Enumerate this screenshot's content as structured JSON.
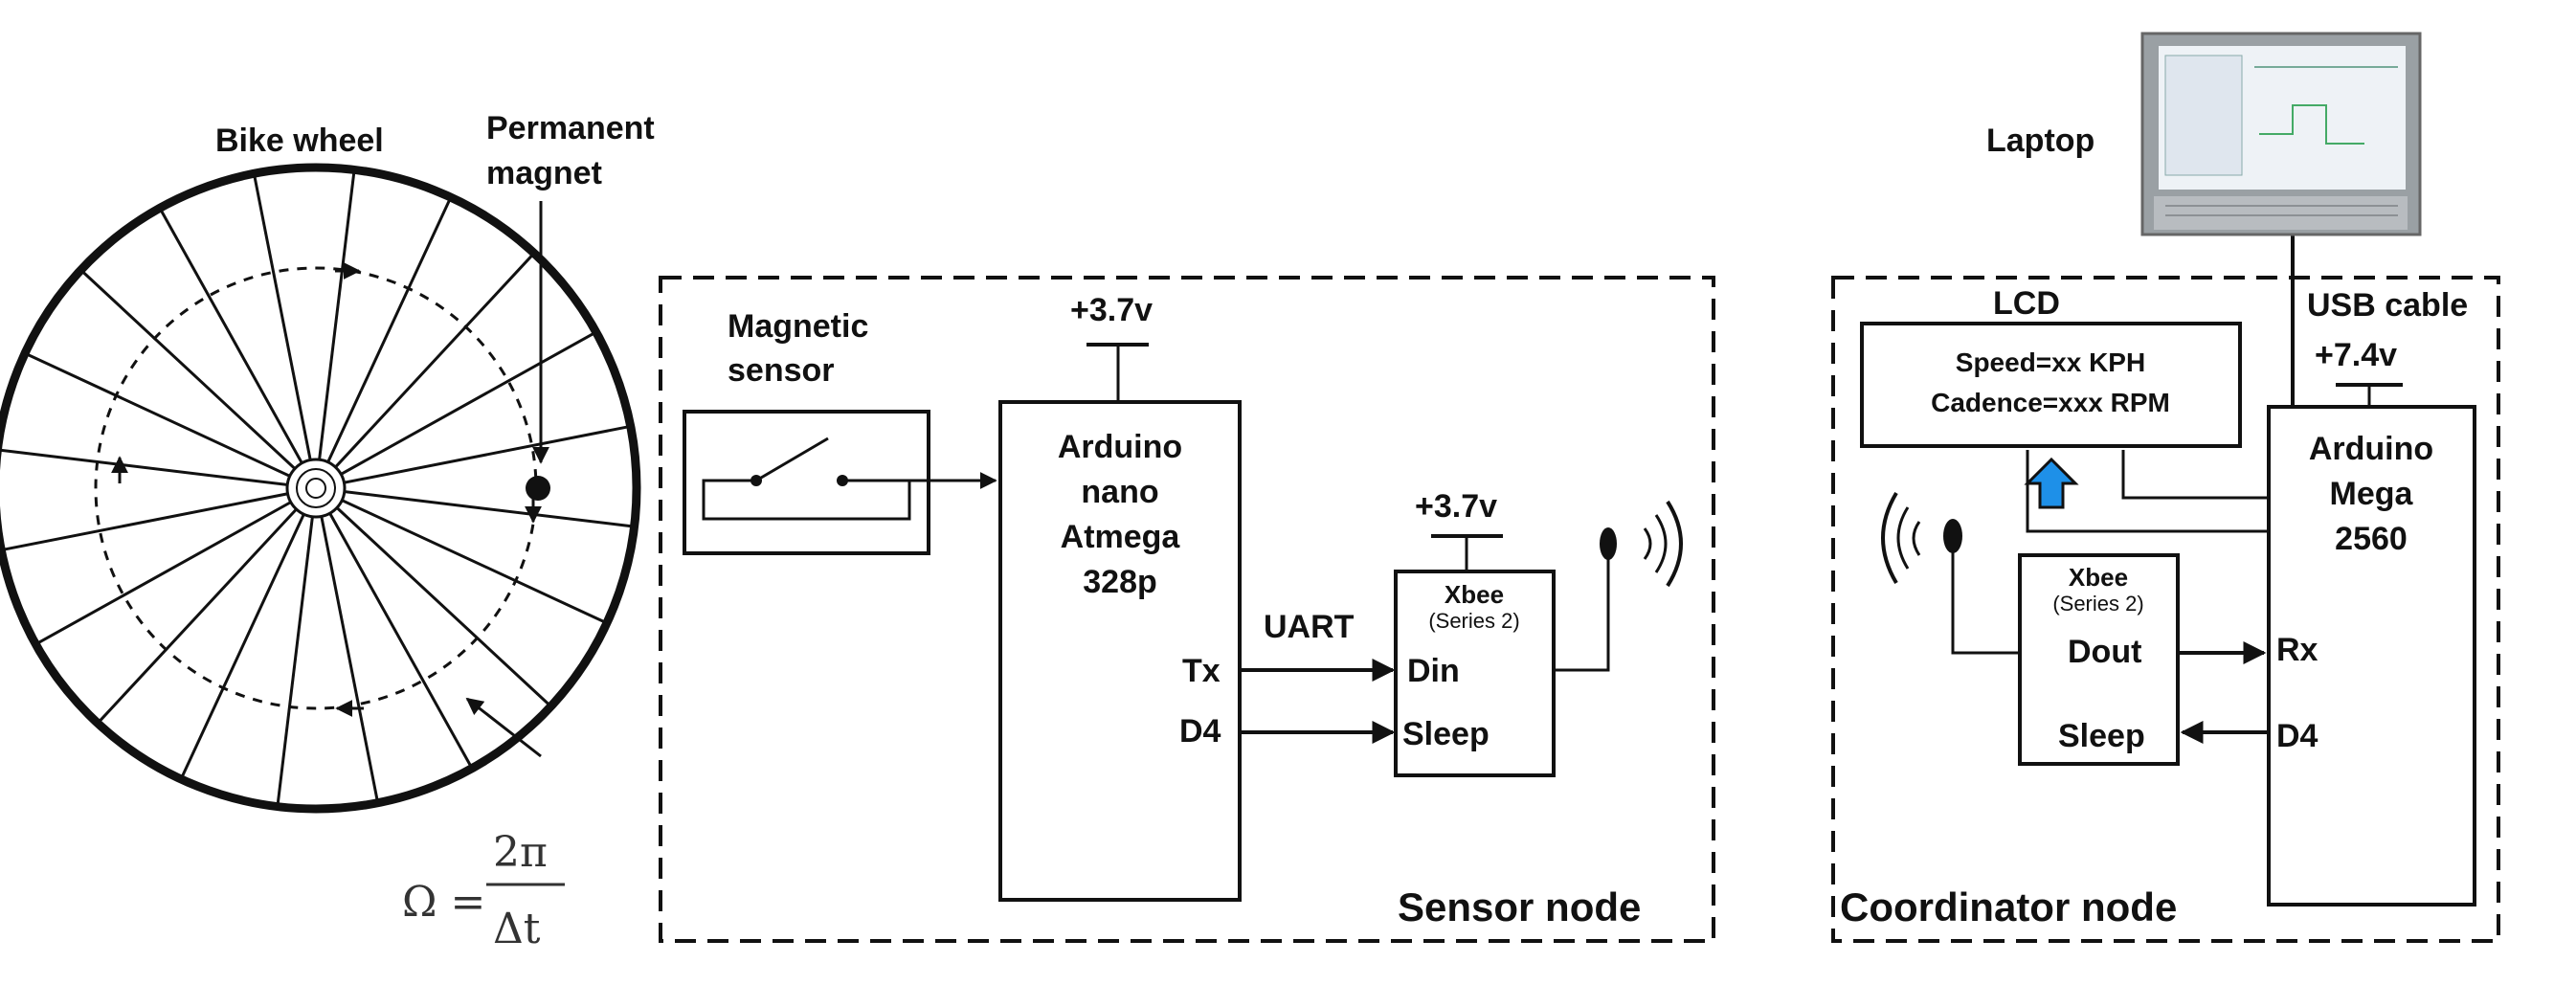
{
  "wheel": {
    "title": "Bike wheel",
    "magnet_label_line1": "Permanent",
    "magnet_label_line2": "magnet",
    "formula_lhs": "Ω =",
    "formula_num": "2π",
    "formula_den": "Δt"
  },
  "sensor_node": {
    "title": "Sensor node",
    "magnetic_sensor_line1": "Magnetic",
    "magnetic_sensor_line2": "sensor",
    "arduino_supply": "+3.7v",
    "arduino_lines": [
      "Arduino",
      "nano",
      "Atmega",
      "328p"
    ],
    "xbee_supply": "+3.7v",
    "xbee_title": "Xbee",
    "xbee_subtitle": "(Series 2)",
    "uart_label": "UART",
    "pins": {
      "tx": "Tx",
      "d4": "D4",
      "din": "Din",
      "sleep": "Sleep"
    }
  },
  "coordinator_node": {
    "title": "Coordinator node",
    "lcd_title": "LCD",
    "lcd_line1": "Speed=xx KPH",
    "lcd_line2": "Cadence=xxx RPM",
    "usb_label": "USB cable",
    "laptop_label": "Laptop",
    "arduino_supply": "+7.4v",
    "arduino_lines": [
      "Arduino",
      "Mega",
      "2560"
    ],
    "xbee_title": "Xbee",
    "xbee_subtitle": "(Series 2)",
    "pins": {
      "dout": "Dout",
      "sleep": "Sleep",
      "rx": "Rx",
      "d4": "D4"
    }
  },
  "colors": {
    "line": "#111111",
    "lcd_arrow": "#1e90e8",
    "laptop_body": "#9aa0a4",
    "laptop_screen": "#eef2f6"
  }
}
